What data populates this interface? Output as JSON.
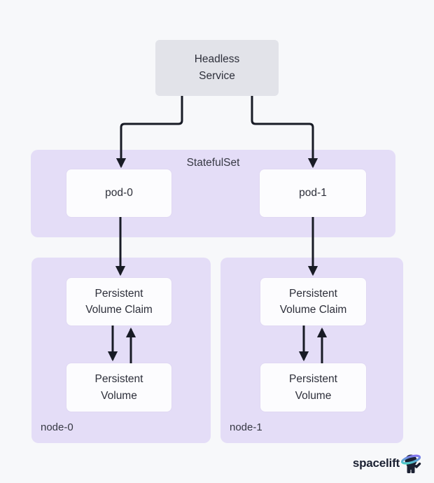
{
  "colors": {
    "bg": "#f7f8fa",
    "container-purple": "#e4ddf7",
    "box-white": "#fcfcfe",
    "service-gray": "#e2e3e9",
    "arrow": "#181b25",
    "text-dark": "#2d2f3a",
    "text-label": "#363843",
    "logo-navy": "#1b2132",
    "ring-teal": "#43d9c0",
    "ring-purple": "#8a63f2"
  },
  "headless_service": {
    "line1": "Headless",
    "line2": "Service"
  },
  "statefulset": {
    "label": "StatefulSet",
    "pods": [
      {
        "label": "pod-0"
      },
      {
        "label": "pod-1"
      }
    ]
  },
  "nodes": [
    {
      "label": "node-0",
      "pvc": {
        "line1": "Persistent",
        "line2": "Volume Claim"
      },
      "pv": {
        "line1": "Persistent",
        "line2": "Volume"
      }
    },
    {
      "label": "node-1",
      "pvc": {
        "line1": "Persistent",
        "line2": "Volume Claim"
      },
      "pv": {
        "line1": "Persistent",
        "line2": "Volume"
      }
    }
  ],
  "branding": {
    "logo_text": "spacelift"
  }
}
